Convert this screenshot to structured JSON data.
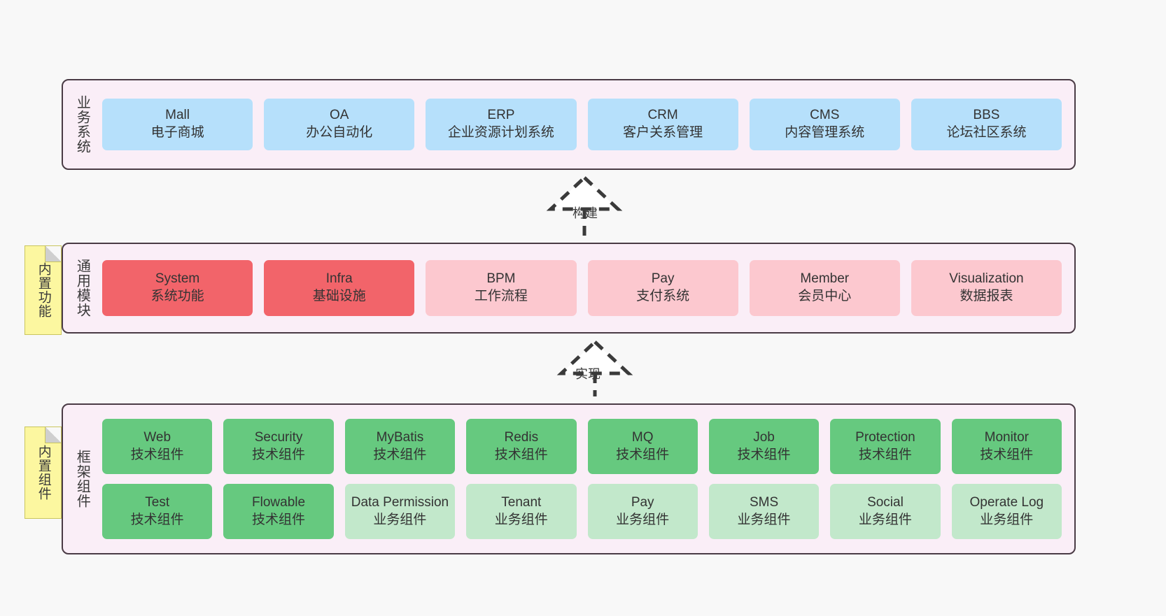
{
  "diagram": {
    "title": "",
    "colors": {
      "layer_bg": "#faeef7",
      "layer_border": "#4a3b45",
      "business": "#b6e0fb",
      "core_active": "#f2646a",
      "core_inactive": "#fcc8cf",
      "tech_component": "#66c97f",
      "biz_component": "#c2e8cb",
      "note_bg": "#fcf7a0",
      "canvas_bg": "#f8f8f8"
    }
  },
  "layers": {
    "business": {
      "title": "业务系统",
      "items": [
        {
          "name": "Mall",
          "desc": "电子商城"
        },
        {
          "name": "OA",
          "desc": "办公自动化"
        },
        {
          "name": "ERP",
          "desc": "企业资源计划系统"
        },
        {
          "name": "CRM",
          "desc": "客户关系管理"
        },
        {
          "name": "CMS",
          "desc": "内容管理系统"
        },
        {
          "name": "BBS",
          "desc": "论坛社区系统"
        }
      ]
    },
    "common": {
      "title": "通用模块",
      "note": "内置功能",
      "items": [
        {
          "name": "System",
          "desc": "系统功能"
        },
        {
          "name": "Infra",
          "desc": "基础设施"
        },
        {
          "name": "BPM",
          "desc": "工作流程"
        },
        {
          "name": "Pay",
          "desc": "支付系统"
        },
        {
          "name": "Member",
          "desc": "会员中心"
        },
        {
          "name": "Visualization",
          "desc": "数据报表"
        }
      ]
    },
    "framework": {
      "title": "框架组件",
      "note": "内置组件",
      "row1": [
        {
          "name": "Web",
          "desc": "技术组件"
        },
        {
          "name": "Security",
          "desc": "技术组件"
        },
        {
          "name": "MyBatis",
          "desc": "技术组件"
        },
        {
          "name": "Redis",
          "desc": "技术组件"
        },
        {
          "name": "MQ",
          "desc": "技术组件"
        },
        {
          "name": "Job",
          "desc": "技术组件"
        },
        {
          "name": "Protection",
          "desc": "技术组件"
        },
        {
          "name": "Monitor",
          "desc": "技术组件"
        }
      ],
      "row2": [
        {
          "name": "Test",
          "desc": "技术组件"
        },
        {
          "name": "Flowable",
          "desc": "技术组件"
        },
        {
          "name": "Data Permission",
          "desc": "业务组件"
        },
        {
          "name": "Tenant",
          "desc": "业务组件"
        },
        {
          "name": "Pay",
          "desc": "业务组件"
        },
        {
          "name": "SMS",
          "desc": "业务组件"
        },
        {
          "name": "Social",
          "desc": "业务组件"
        },
        {
          "name": "Operate Log",
          "desc": "业务组件"
        }
      ]
    }
  },
  "connectors": [
    {
      "id": "build",
      "label": "构建",
      "from": "common",
      "to": "business",
      "style": "dashed-hollow-triangle"
    },
    {
      "id": "impl",
      "label": "实现",
      "from": "framework",
      "to": "common",
      "style": "dashed-hollow-triangle"
    }
  ]
}
